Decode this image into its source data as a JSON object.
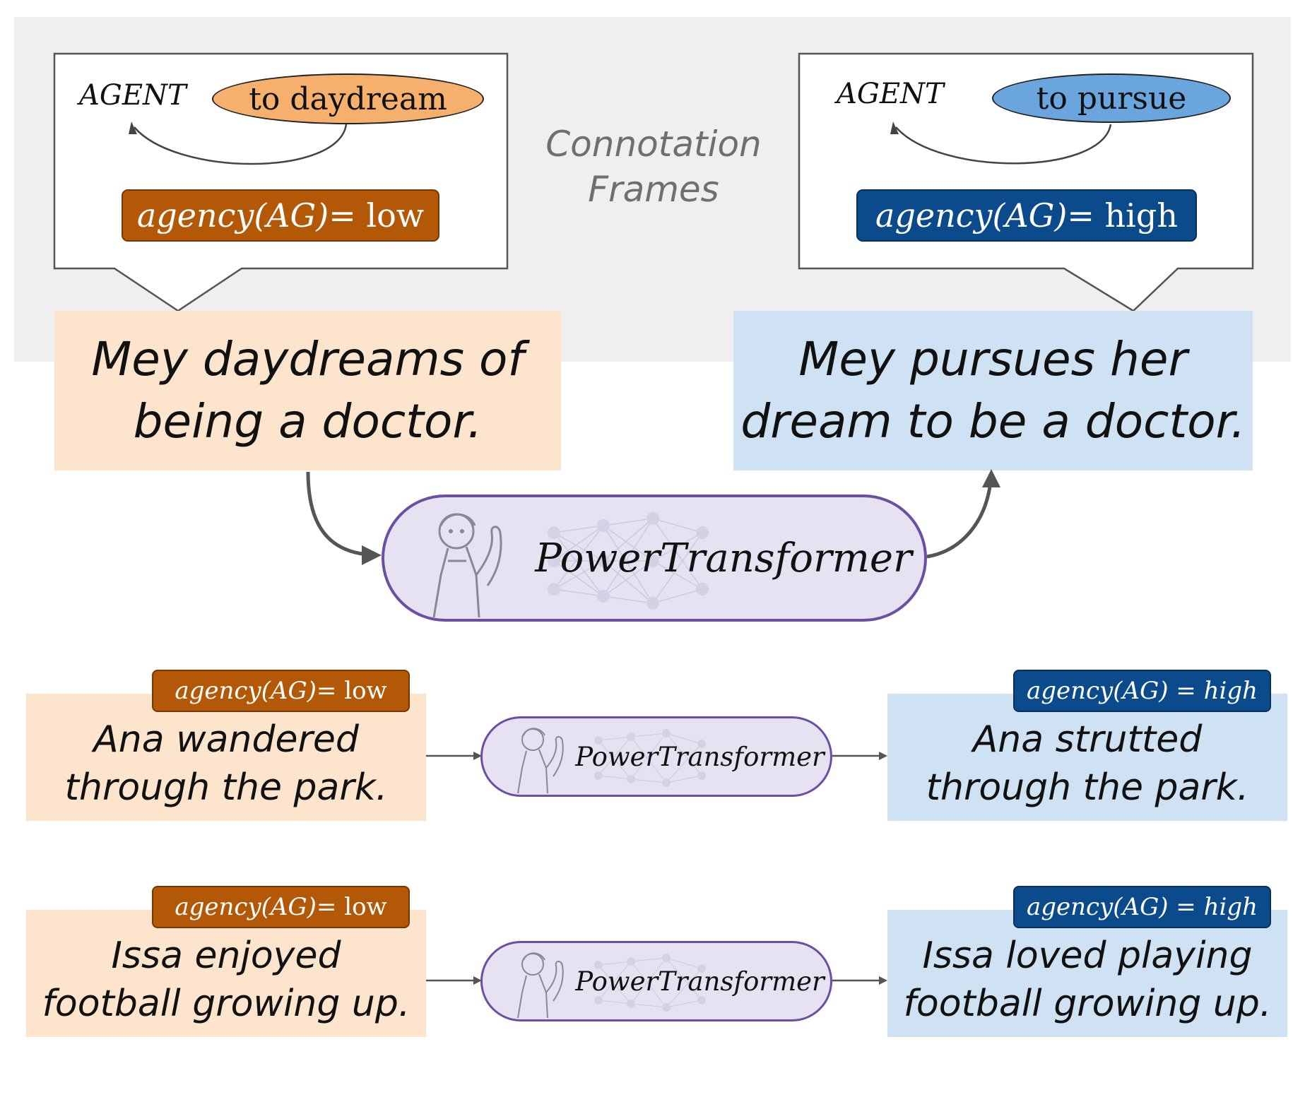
{
  "connotation_frames": {
    "title_line1": "Connotation",
    "title_line2": "Frames",
    "left": {
      "agent": "AGENT",
      "verb": "to daydream",
      "agency_prefix": "agency",
      "agency_arg": "(AG)",
      "agency_value": " = low"
    },
    "right": {
      "agent": "AGENT",
      "verb": "to pursue",
      "agency_prefix": "agency",
      "agency_arg": "(AG)",
      "agency_value": " = high"
    }
  },
  "main_example": {
    "input_line1": "Mey daydreams of",
    "input_line2": "being a doctor.",
    "model": "PowerTransformer",
    "output_line1": "Mey pursues her",
    "output_line2": "dream to be a doctor."
  },
  "examples": [
    {
      "input_badge_prefix": "agency",
      "input_badge_arg": "(AG)",
      "input_badge_value": " = low",
      "input_line1": "Ana wandered",
      "input_line2": "through the park.",
      "model": "PowerTransformer",
      "output_badge": "agency(AG) = high",
      "output_line1": "Ana strutted",
      "output_line2": "through the park."
    },
    {
      "input_badge_prefix": "agency",
      "input_badge_arg": "(AG)",
      "input_badge_value": " = low",
      "input_line1": "Issa enjoyed",
      "input_line2": "football growing up.",
      "model": "PowerTransformer",
      "output_badge": "agency(AG) = high",
      "output_line1": "Issa loved playing",
      "output_line2": "football growing up."
    }
  ],
  "colors": {
    "low_badge": "#b35806",
    "high_badge": "#0b4a8b",
    "low_pill": "#f6b06e",
    "high_pill": "#6aa6dd",
    "low_bg": "#fce4cd",
    "high_bg": "#cfe2f3",
    "model_fill": "#e6e2f2",
    "model_border": "#6b4fa3"
  }
}
